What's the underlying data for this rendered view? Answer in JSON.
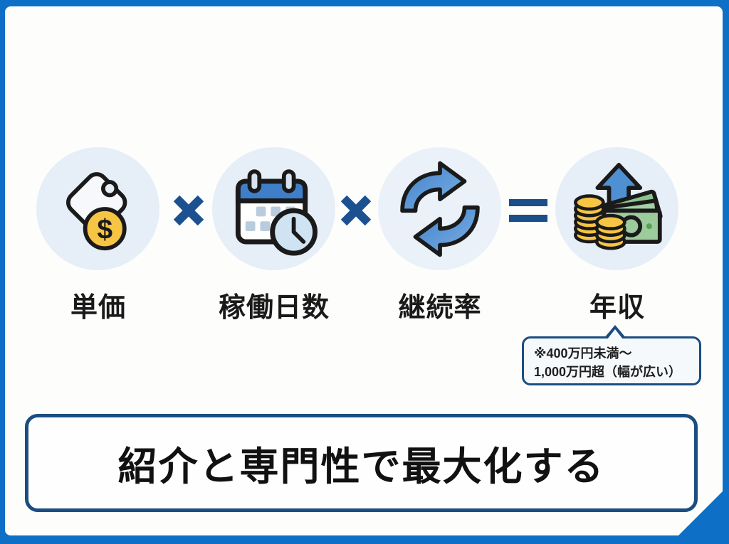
{
  "frame": {
    "accent_blue": "#0e6fc6",
    "navy_border": "#1b4d80",
    "operator_blue": "#1c5191"
  },
  "formula": {
    "items": [
      {
        "id": "unit-price",
        "label": "単価",
        "icon": "price-tag-icon"
      },
      {
        "id": "working-days",
        "label": "稼働日数",
        "icon": "calendar-clock-icon"
      },
      {
        "id": "retention-rate",
        "label": "継続率",
        "icon": "refresh-cycle-icon"
      },
      {
        "id": "annual-income",
        "label": "年収",
        "icon": "money-growth-icon"
      }
    ],
    "operators": [
      "×",
      "×",
      "="
    ]
  },
  "callout": {
    "line1": "※400万円未満〜",
    "line2": "1,000万円超（幅が広い）"
  },
  "footer": {
    "title": "紹介と専門性で最大化する"
  }
}
